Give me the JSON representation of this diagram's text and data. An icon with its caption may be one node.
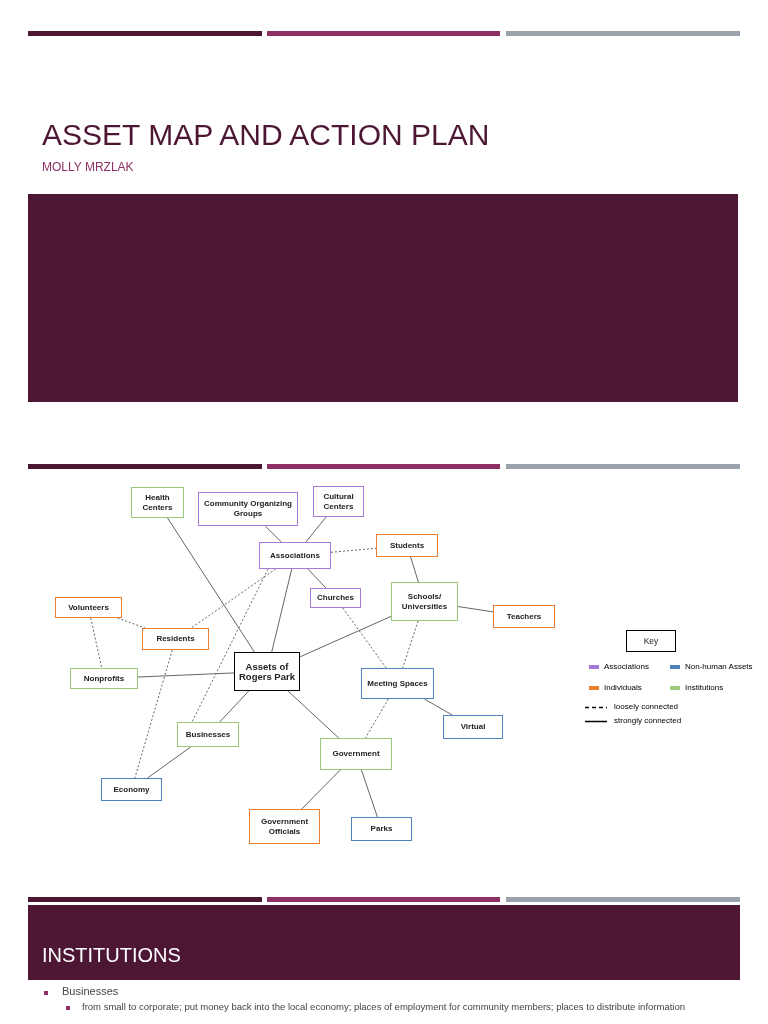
{
  "diagram": {
    "title": "ASSET MAP AND ACTION PLAN",
    "nodes": [
      {
        "text": [
          "Health Centers"
        ]
      },
      {
        "text": [
          "Community Organizing Groups"
        ]
      },
      {
        "text": [
          "Cultural Centers"
        ]
      },
      {
        "text": [
          "Associations"
        ]
      },
      {
        "text": [
          "Students"
        ]
      },
      {
        "text": [
          "Churches"
        ]
      },
      {
        "text": [
          "Schools/ Universities"
        ]
      },
      {
        "text": [
          "Volunteers"
        ]
      },
      {
        "text": [
          "Teachers"
        ]
      },
      {
        "text": [
          "Residents"
        ]
      },
      {
        "text": [
          "Assets of Rogers Park"
        ]
      },
      {
        "text": [
          "Nonprofits"
        ]
      },
      {
        "text": [
          "Meeting Spaces"
        ]
      },
      {
        "text": [
          "Businesses"
        ]
      },
      {
        "text": [
          "Virtual"
        ]
      },
      {
        "text": [
          "Government"
        ]
      },
      {
        "text": [
          "Economy"
        ]
      },
      {
        "text": [
          "Government Officials"
        ]
      },
      {
        "text": [
          "Parks"
        ]
      },
      {
        "text": [
          "Key"
        ]
      }
    ],
    "edges": [
      {
        "from": 0,
        "to": 10,
        "arrow": "none"
      },
      {
        "from": 1,
        "to": 3,
        "arrow": "none"
      },
      {
        "from": 2,
        "to": 3,
        "arrow": "none"
      },
      {
        "from": 3,
        "to": 4,
        "arrow": "none",
        "style": "dashed"
      },
      {
        "from": 3,
        "to": 5,
        "arrow": "none"
      },
      {
        "from": 3,
        "to": 10,
        "arrow": "none"
      },
      {
        "from": 3,
        "to": 9,
        "arrow": "none",
        "style": "dashed"
      },
      {
        "from": 3,
        "to": 13,
        "arrow": "none",
        "style": "dashed"
      },
      {
        "from": 4,
        "to": 6,
        "arrow": "none"
      },
      {
        "from": 6,
        "to": 10,
        "arrow": "none"
      },
      {
        "from": 6,
        "to": 8,
        "arrow": "none"
      },
      {
        "from": 6,
        "to": 12,
        "arrow": "none",
        "style": "dashed"
      },
      {
        "from": 5,
        "to": 12,
        "arrow": "none",
        "style": "dashed"
      },
      {
        "from": 7,
        "to": 9,
        "arrow": "none",
        "style": "dashed"
      },
      {
        "from": 7,
        "to": 11,
        "arrow": "none",
        "style": "dashed"
      },
      {
        "from": 9,
        "to": 16,
        "arrow": "none",
        "style": "dashed"
      },
      {
        "from": 11,
        "to": 10,
        "arrow": "none"
      },
      {
        "from": 10,
        "to": 13,
        "arrow": "none"
      },
      {
        "from": 10,
        "to": 15,
        "arrow": "none"
      },
      {
        "from": 13,
        "to": 16,
        "arrow": "none"
      },
      {
        "from": 12,
        "to": 15,
        "arrow": "none",
        "style": "dashed"
      },
      {
        "from": 12,
        "to": 14,
        "arrow": "none"
      },
      {
        "from": 15,
        "to": 17,
        "arrow": "none"
      },
      {
        "from": 15,
        "to": 18,
        "arrow": "none"
      }
    ],
    "labels": [
      "MOLLY MRZLAK",
      "INSTITUTIONS",
      "Businesses",
      "from small to corporate; put money back into the local economy; places of employment for community members; places to distribute information"
    ],
    "legend": [
      {
        "text": "Associations",
        "color": "#a77ad8"
      },
      {
        "text": "Non-human Assets",
        "color": "#4f81bd"
      },
      {
        "text": "Individuals",
        "color": "#ed7d31"
      },
      {
        "text": "Institutions",
        "color": "#9bc97a"
      },
      {
        "text": "loosely connected"
      },
      {
        "text": "strongly connected"
      }
    ]
  }
}
